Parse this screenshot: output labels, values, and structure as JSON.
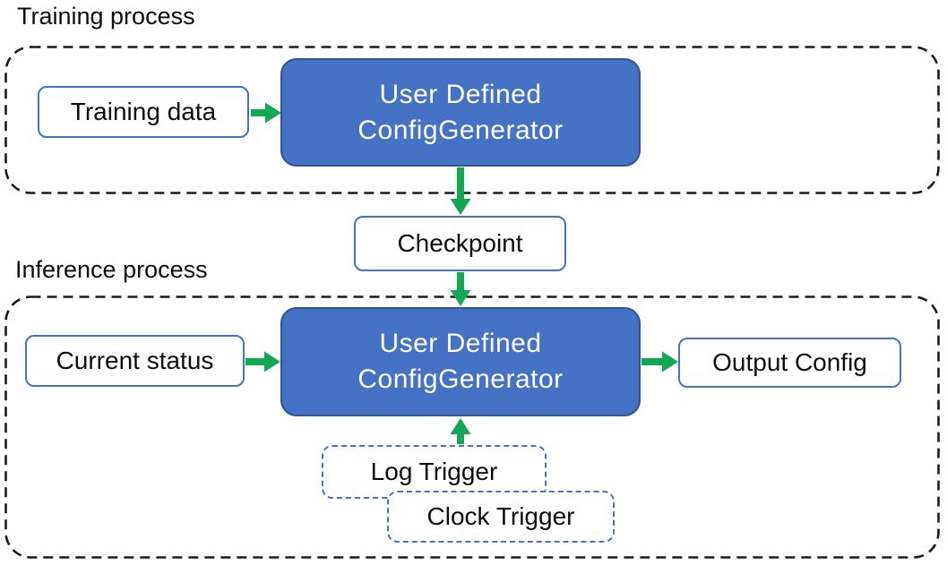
{
  "colors": {
    "canvas_bg": "#ffffff",
    "node_blue": "#4472c4",
    "node_blue_border": "#2f5597",
    "outline_blue": "#4472c4",
    "trigger_border_blue": "#4472c4",
    "arrow_green": "#13a853",
    "dash_black": "#1b1b1b",
    "text_dark": "#0d0d0d",
    "text_on_blue": "#ffffff"
  },
  "training": {
    "section_label": "Training process",
    "training_data_label": "Training data",
    "generator_label_line1": "User Defined",
    "generator_label_line2": "ConfigGenerator"
  },
  "checkpoint_label": "Checkpoint",
  "inference": {
    "section_label": "Inference process",
    "current_status_label": "Current status",
    "generator_label_line1": "User Defined",
    "generator_label_line2": "ConfigGenerator",
    "output_config_label": "Output Config",
    "log_trigger_label": "Log Trigger",
    "clock_trigger_label": "Clock Trigger"
  },
  "edges": [
    {
      "from": "Training data",
      "to": "User Defined ConfigGenerator (training)"
    },
    {
      "from": "User Defined ConfigGenerator (training)",
      "to": "Checkpoint"
    },
    {
      "from": "Checkpoint",
      "to": "User Defined ConfigGenerator (inference)"
    },
    {
      "from": "Current status",
      "to": "User Defined ConfigGenerator (inference)"
    },
    {
      "from": "User Defined ConfigGenerator (inference)",
      "to": "Output Config"
    },
    {
      "from": "Log Trigger / Clock Trigger",
      "to": "User Defined ConfigGenerator (inference)"
    }
  ]
}
